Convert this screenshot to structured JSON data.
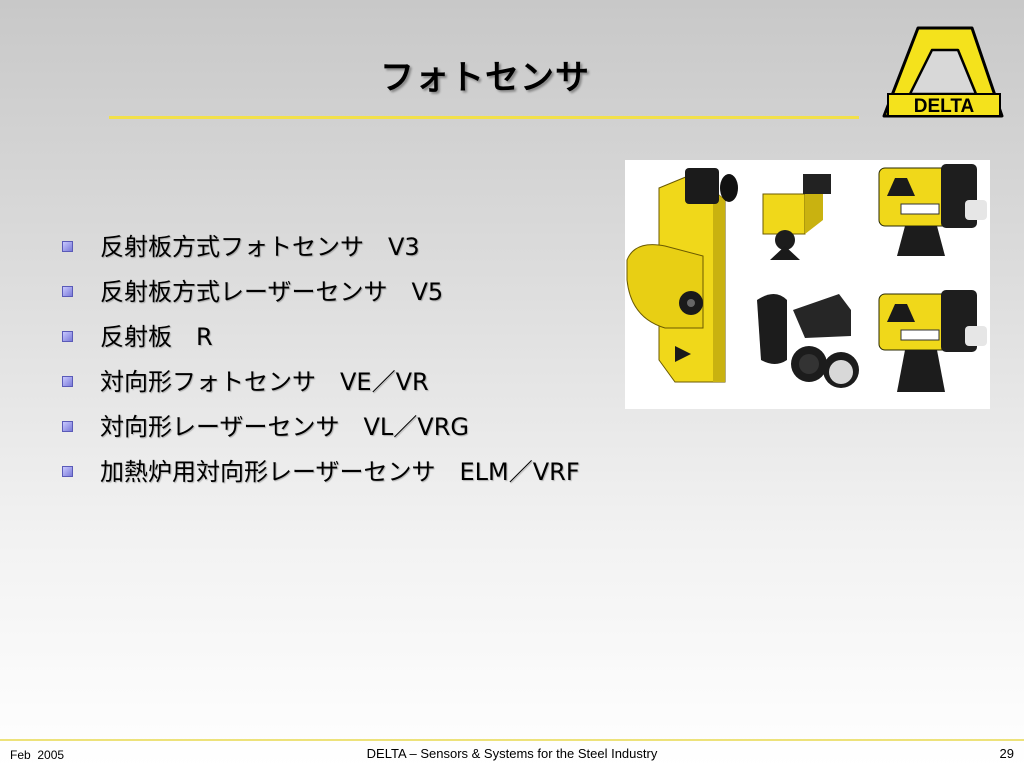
{
  "slide": {
    "title": "フォトセンサ",
    "bullets": [
      "反射板方式フォトセンサ　V3",
      "反射板方式レーザーセンサ　V5",
      "反射板　R",
      "対向形フォトセンサ　VE／VR",
      "対向形レーザーセンサ　VL／VRG",
      "加熱炉用対向形レーザーセンサ　ELM／VRF"
    ]
  },
  "logo": {
    "text": "DELTA",
    "colors": {
      "yellow": "#f4e21c",
      "outline": "#000000"
    }
  },
  "footer": {
    "date": "Feb  2005",
    "center": "DELTA – Sensors & Systems for the Steel Industry",
    "page": "29"
  },
  "colors": {
    "title_rule": "#f2e04a",
    "footer_rule": "#ede27a",
    "bullet": "#7a7ad8",
    "sensor_yellow": "#f0d81a"
  }
}
